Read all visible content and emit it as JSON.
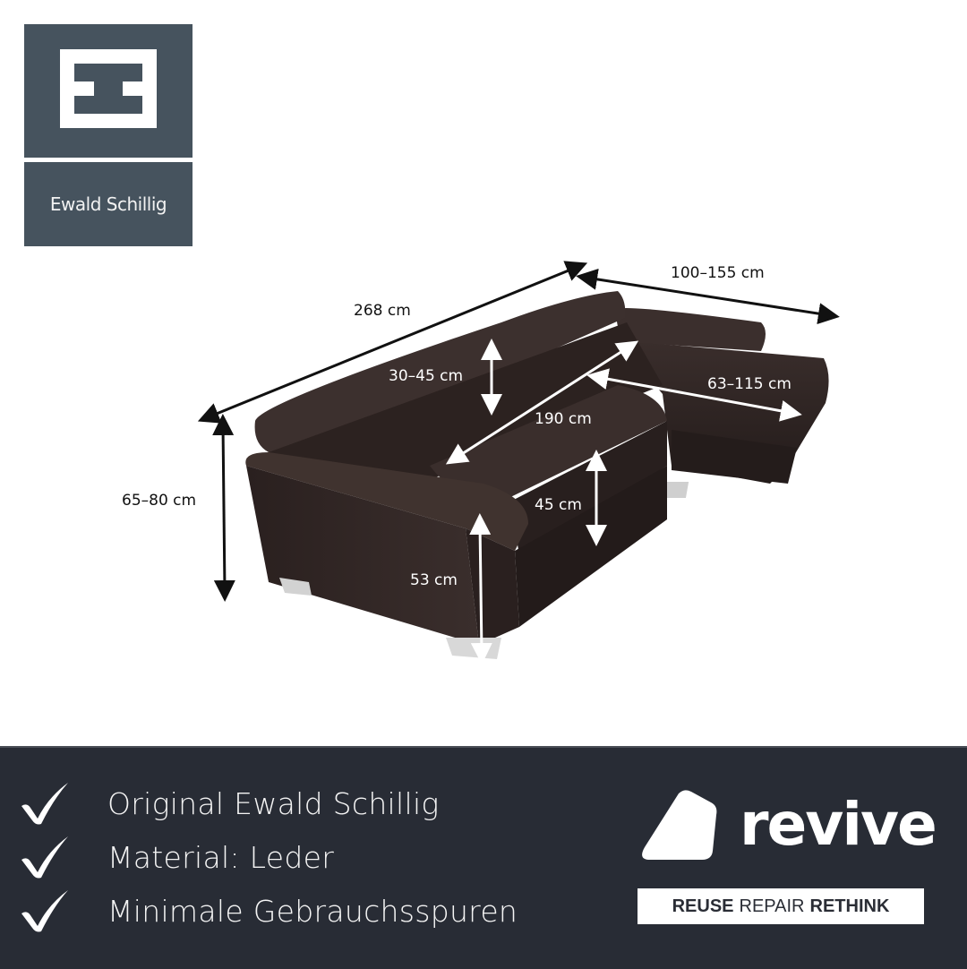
{
  "brand": {
    "name": "Ewald Schillig",
    "monogram": "EE",
    "color": "#46535e"
  },
  "product_image": {
    "description": "Dark brown leather corner sofa with adjustable headrests and chaise",
    "color": "#2e2422"
  },
  "dimensions": {
    "total_width": "268 cm",
    "chaise_width": "100–155 cm",
    "headrest_adjust": "30–45 cm",
    "seat_width": "190 cm",
    "chaise_extension": "63–115 cm",
    "total_height": "65–80 cm",
    "seat_height": "45 cm",
    "armrest_height": "53 cm"
  },
  "features": [
    {
      "icon": "check-icon",
      "label": "Original Ewald Schillig"
    },
    {
      "icon": "check-icon",
      "label": "Material: Leder"
    },
    {
      "icon": "check-icon",
      "label": "Minimale Gebrauchsspuren"
    }
  ],
  "revive": {
    "wordmark": "revive",
    "tagline": {
      "reuse": "REUSE",
      "repair": "REPAIR",
      "rethink": "RETHINK"
    }
  },
  "colors": {
    "band": "#282c35",
    "white": "#ffffff"
  }
}
